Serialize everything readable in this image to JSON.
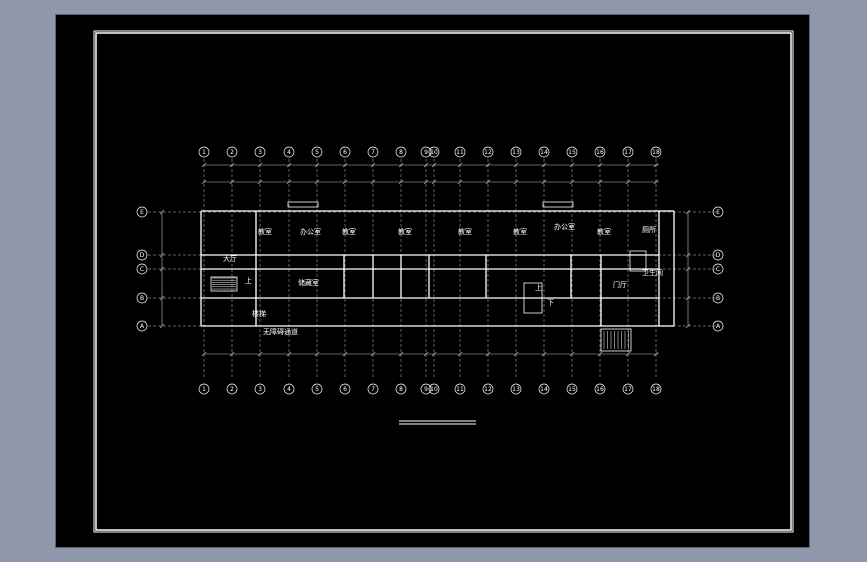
{
  "colors": {
    "background_outer": "#8f98ab",
    "canvas": "#000000",
    "line": "#ffffff",
    "dim": "#bfbfbf"
  },
  "axes": {
    "columns": [
      "1",
      "2",
      "3",
      "4",
      "5",
      "6",
      "7",
      "8",
      "9",
      "10",
      "11",
      "12",
      "13",
      "14",
      "15",
      "16",
      "17",
      "18"
    ],
    "rows": [
      "E",
      "D",
      "C",
      "B",
      "A"
    ]
  },
  "rooms": {
    "r1": "教室",
    "r2": "办公室",
    "r3": "教室",
    "r4": "教室",
    "r5": "教室",
    "r6": "教室",
    "r7": "办公室",
    "r8": "教室",
    "r9": "厕所",
    "r10": "储藏室",
    "r11": "楼梯",
    "r12": "大厅",
    "r13": "门厅",
    "r14": "卫生间",
    "r15": "无障碍通道",
    "r16": "上",
    "r17": "上",
    "r18": "下"
  }
}
